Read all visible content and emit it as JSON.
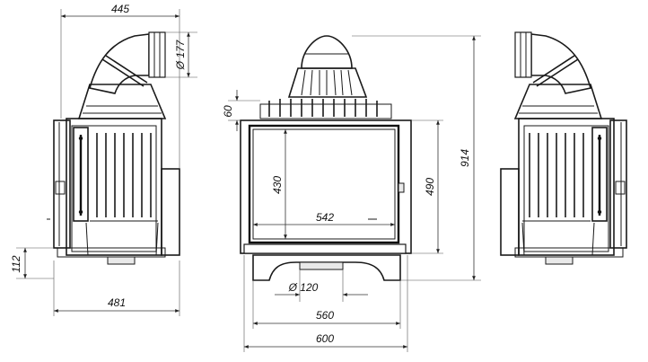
{
  "drawing": {
    "dimensions": {
      "side_width": "445",
      "flue_diameter": "Ø 177",
      "side_depth": "481",
      "base_height": "112",
      "top_offset": "60",
      "door_height": "430",
      "glass_width": "542",
      "front_height": "490",
      "total_height": "914",
      "air_inlet": "Ø 120",
      "base_width": "560",
      "total_width": "600"
    }
  }
}
